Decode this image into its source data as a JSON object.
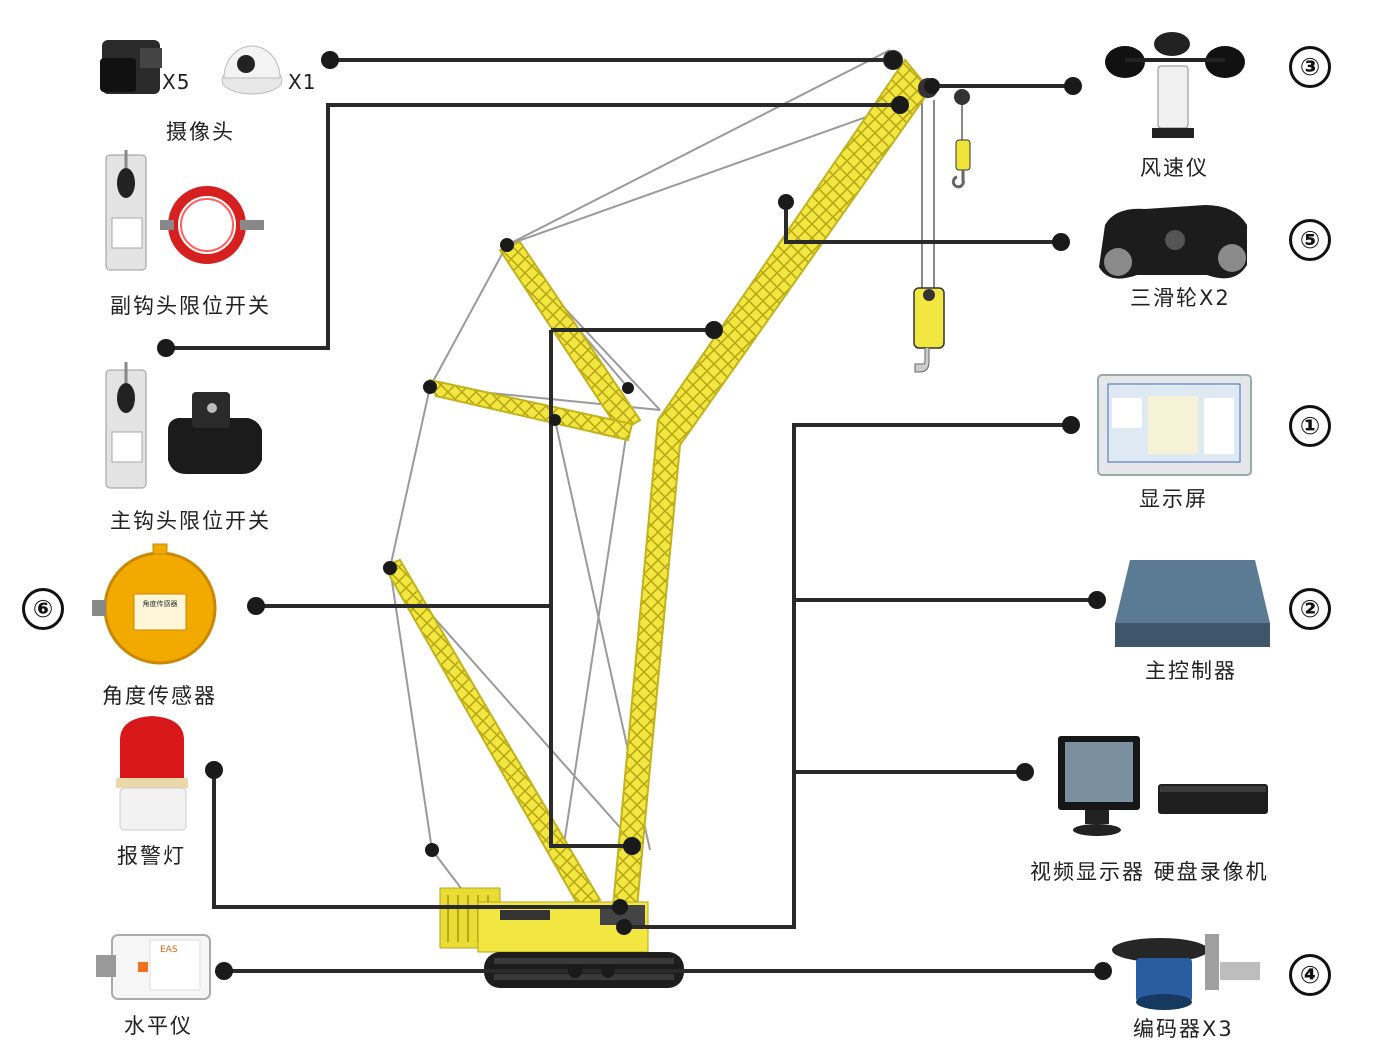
{
  "colors": {
    "crane_yellow": "#f0e43a",
    "lattice": "#c9b820",
    "connector": "#2a2a2a",
    "label": "#222222"
  },
  "components": {
    "camera": {
      "label": "摄像头",
      "qty_bullet": "X5",
      "qty_dome": "X1"
    },
    "aux_hook_limit": {
      "label": "副钩头限位开关"
    },
    "main_hook_limit": {
      "label": "主钩头限位开关"
    },
    "angle_sensor": {
      "label": "角度传感器",
      "number": "⑥",
      "device_text": "角度传感器"
    },
    "alarm_light": {
      "label": "报警灯"
    },
    "inclinometer": {
      "label": "水平仪",
      "device_text": "EAS"
    },
    "anemometer": {
      "label": "风速仪",
      "number": "③"
    },
    "pulley": {
      "label": "三滑轮X2",
      "number": "⑤"
    },
    "display": {
      "label": "显示屏",
      "number": "①"
    },
    "controller": {
      "label": "主控制器",
      "number": "②"
    },
    "video": {
      "label": "视频显示器 硬盘录像机"
    },
    "encoder": {
      "label": "编码器X3",
      "number": "④"
    }
  }
}
